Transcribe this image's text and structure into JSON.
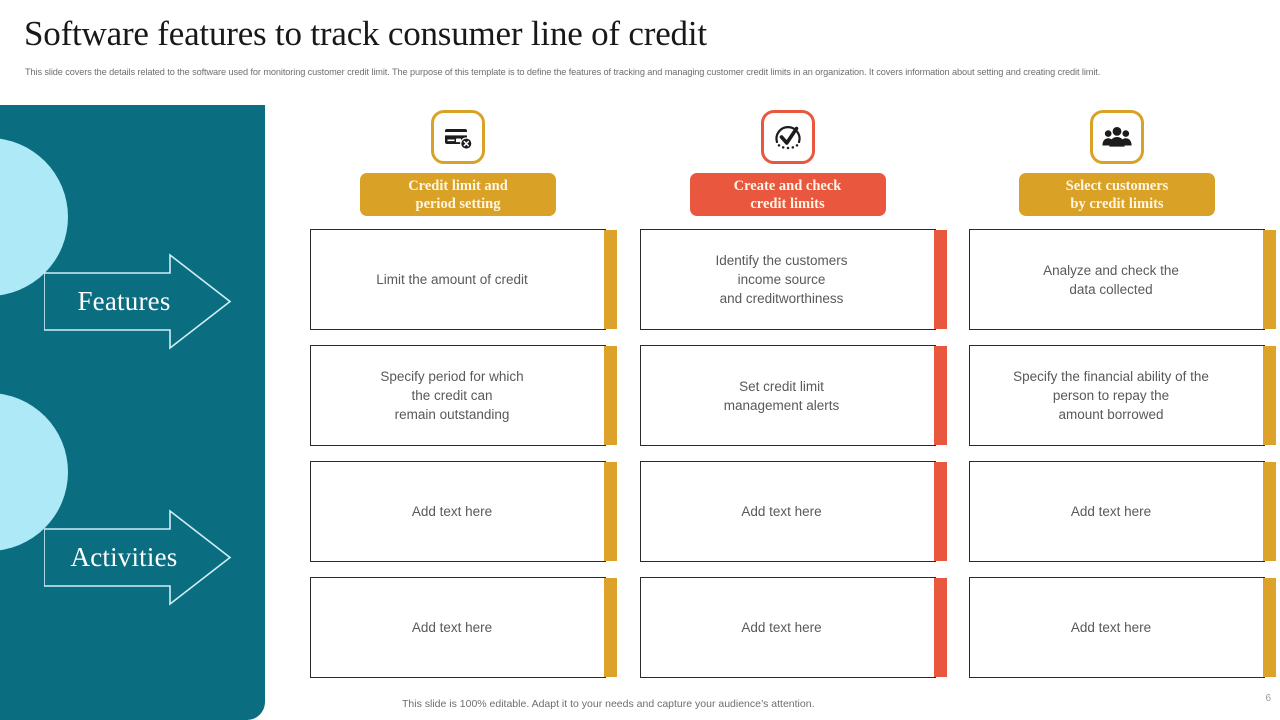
{
  "slide": {
    "title": "Software features to track consumer line of credit",
    "subtitle": "This slide covers the details related to the software used for monitoring customer credit limit. The purpose of this template is to define the features of tracking and managing customer credit limits in an organization. It covers information about setting and creating credit limit.",
    "footer_note": "This slide is 100% editable. Adapt it to your needs and capture your audience’s attention.",
    "page_number": "6"
  },
  "theme": {
    "teal": "#0a6e80",
    "bubble_blue": "#ade9f7",
    "yellow": "#d9a227",
    "red": "#e9573f",
    "card_border": "#2b2b2b",
    "body_text": "#595959"
  },
  "left_panel": {
    "arrows": [
      {
        "label": "Features",
        "icon": "arrow-right-icon"
      },
      {
        "label": "Activities",
        "icon": "arrow-right-icon"
      }
    ]
  },
  "columns": [
    {
      "icon": "credit-card-blocked-icon",
      "color": "yellow",
      "header_line1": "Credit limit and",
      "header_line2": "period setting",
      "cards": [
        {
          "text": "Limit the amount of credit"
        },
        {
          "text": "Specify period for which\nthe credit can\nremain outstanding"
        },
        {
          "text": "Add text here"
        },
        {
          "text": "Add text here"
        }
      ]
    },
    {
      "icon": "check-gauge-icon",
      "color": "red",
      "header_line1": "Create and check",
      "header_line2": "credit limits",
      "cards": [
        {
          "text": "Identify the customers\nincome source\nand creditworthiness"
        },
        {
          "text": "Set credit limit\nmanagement alerts"
        },
        {
          "text": "Add text here"
        },
        {
          "text": "Add text here"
        }
      ]
    },
    {
      "icon": "people-group-icon",
      "color": "yellow",
      "header_line1": "Select customers",
      "header_line2": "by credit limits",
      "cards": [
        {
          "text": "Analyze and check the\ndata collected"
        },
        {
          "text": "Specify the financial ability of the\nperson to repay the\namount borrowed"
        },
        {
          "text": "Add text here"
        },
        {
          "text": "Add text here"
        }
      ]
    }
  ]
}
